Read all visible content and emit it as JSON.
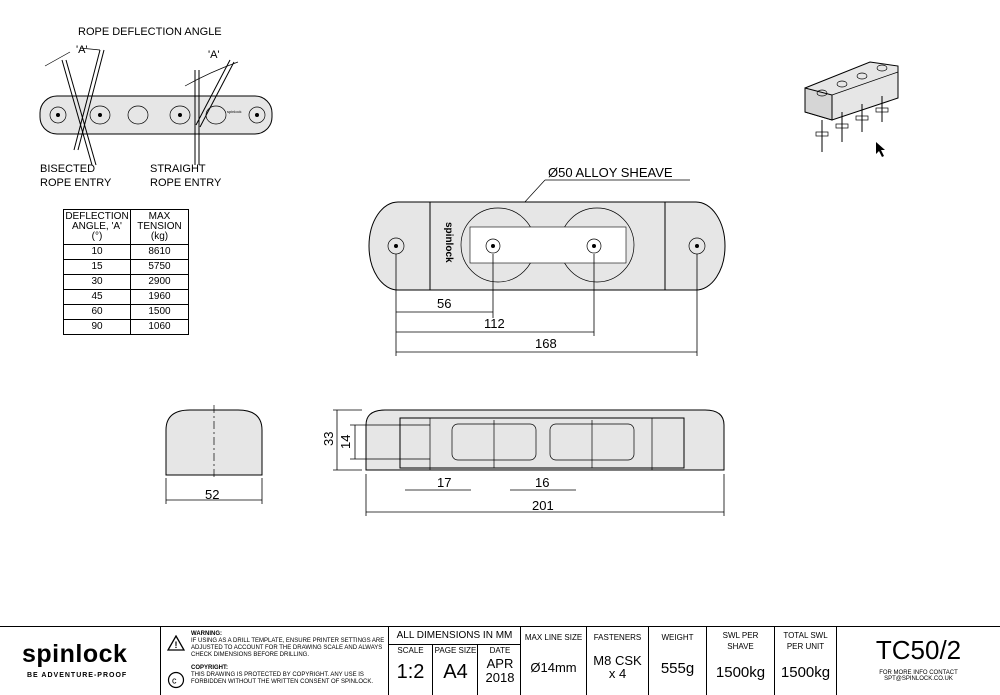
{
  "labels": {
    "deflection_title": "ROPE DEFLECTION ANGLE",
    "angle_a_left": "'A'",
    "angle_a_right": "'A'",
    "bisected": [
      "BISECTED",
      "ROPE ENTRY"
    ],
    "straight": [
      "STRAIGHT",
      "ROPE ENTRY"
    ],
    "sheave_callout": "Ø50  ALLOY SHEAVE",
    "brand_on_part": "spinlock"
  },
  "dimensions": {
    "d56": "56",
    "d112": "112",
    "d168": "168",
    "d52": "52",
    "d33": "33",
    "d14": "14",
    "d17": "17",
    "d16": "16",
    "d201": "201"
  },
  "table": {
    "headers": [
      "DEFLECTION ANGLE, 'A' (°)",
      "MAX TENSION (kg)"
    ],
    "header_lines": [
      [
        "DEFLECTION",
        "ANGLE, 'A'",
        "(°)"
      ],
      [
        "MAX",
        "TENSION",
        "(kg)"
      ]
    ],
    "rows": [
      [
        "10",
        "8610"
      ],
      [
        "15",
        "5750"
      ],
      [
        "30",
        "2900"
      ],
      [
        "45",
        "1960"
      ],
      [
        "60",
        "1500"
      ],
      [
        "90",
        "1060"
      ]
    ]
  },
  "title_block": {
    "logo": "spinlock",
    "tagline": "BE ADVENTURE-PROOF",
    "warning_title": "WARNING:",
    "warning_text": "IF USING AS A DRILL TEMPLATE, ENSURE PRINTER SETTINGS ARE ADJUSTED TO ACCOUNT FOR THE DRAWING SCALE AND ALWAYS CHECK DIMENSIONS BEFORE DRILLING.",
    "copyright_title": "COPYRIGHT:",
    "copyright_text": "THIS DRAWING IS PROTECTED BY COPYRIGHT. ANY USE IS FORBIDDEN WITHOUT THE WRITTEN CONSENT OF SPINLOCK.",
    "all_dims": "ALL DIMENSIONS IN MM",
    "scale_label": "SCALE",
    "scale_value": "1:2",
    "page_size_label": "PAGE SIZE",
    "page_size_value": "A4",
    "date_label": "DATE",
    "date_value": "APR 2018",
    "date_lines": [
      "APR",
      "2018"
    ],
    "max_line_label": "MAX LINE SIZE",
    "max_line_value": "Ø14mm",
    "fasteners_label": "FASTENERS",
    "fasteners_value": "M8 CSK x 4",
    "fasteners_lines": [
      "M8 CSK",
      "x 4"
    ],
    "weight_label": "WEIGHT",
    "weight_value": "555g",
    "swl_sheave_label": "SWL PER SHAVE",
    "swl_sheave_lines": [
      "SWL PER",
      "SHAVE"
    ],
    "swl_sheave_value": "1500kg",
    "total_swl_label": "TOTAL SWL PER UNIT",
    "total_swl_lines": [
      "TOTAL SWL",
      "PER UNIT"
    ],
    "total_swl_value": "1500kg",
    "part_number": "TC50/2",
    "contact_title": "FOR MORE INFO CONTACT",
    "contact_email": "SPT@SPINLOCK.CO.UK"
  }
}
